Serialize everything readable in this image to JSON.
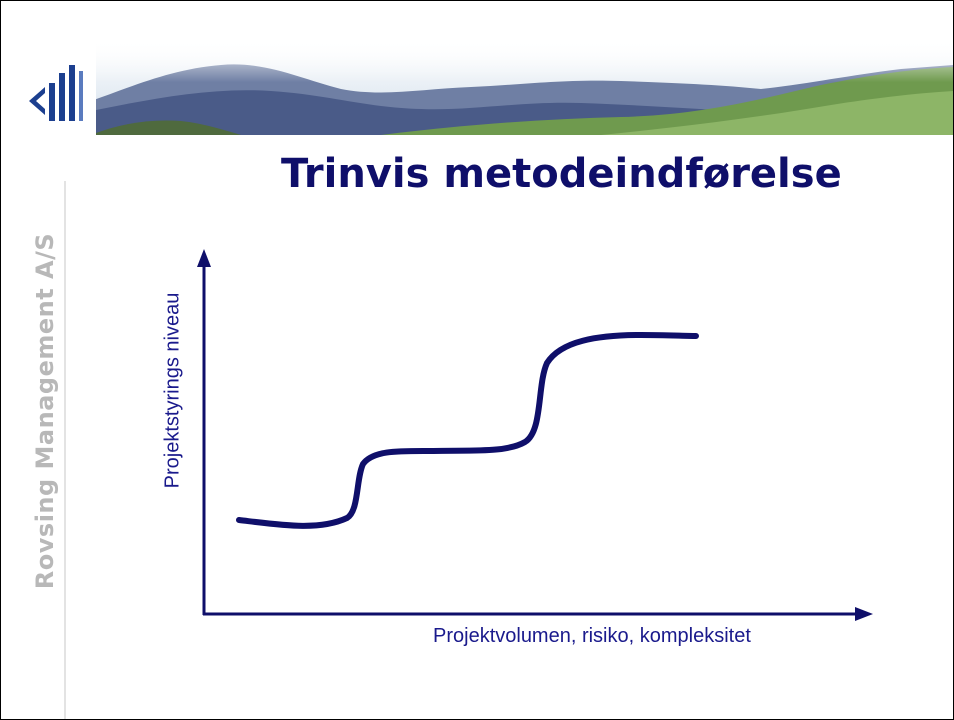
{
  "slide": {
    "title": "Trinvis metodeindførelse",
    "company_name": "Rovsing Management A/S"
  },
  "diagram": {
    "y_axis_label": "Projektstyrings niveau",
    "x_axis_label": "Projektvolumen, risiko, kompleksitet",
    "curve": "three-level step curve (low → middle → high)"
  },
  "colors": {
    "title": "#0f0f6a",
    "diagram": "#0f0f6a",
    "labels": "#1a1a8c",
    "company_name": "#b8b8b8"
  },
  "icons": [
    "company-logo-icon",
    "landscape-banner"
  ]
}
